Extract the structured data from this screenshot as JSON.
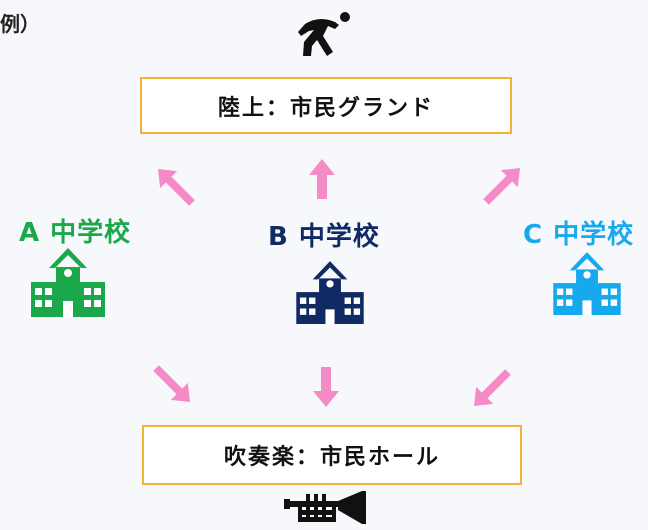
{
  "corner_text": "例）",
  "venues": {
    "top": "陸上：市民グランド",
    "bottom": "吹奏楽：市民ホール"
  },
  "schools": [
    {
      "label": "A 中学校",
      "color": "#1aa84a"
    },
    {
      "label": "B 中学校",
      "color": "#102a64"
    },
    {
      "label": "C 中学校",
      "color": "#16a9ee"
    }
  ],
  "colors": {
    "arrow": "#f58bc6",
    "box_border": "#f2b233"
  },
  "icons": {
    "top": "runner-icon",
    "bottom": "trumpet-icon",
    "school": "school-building-icon"
  }
}
